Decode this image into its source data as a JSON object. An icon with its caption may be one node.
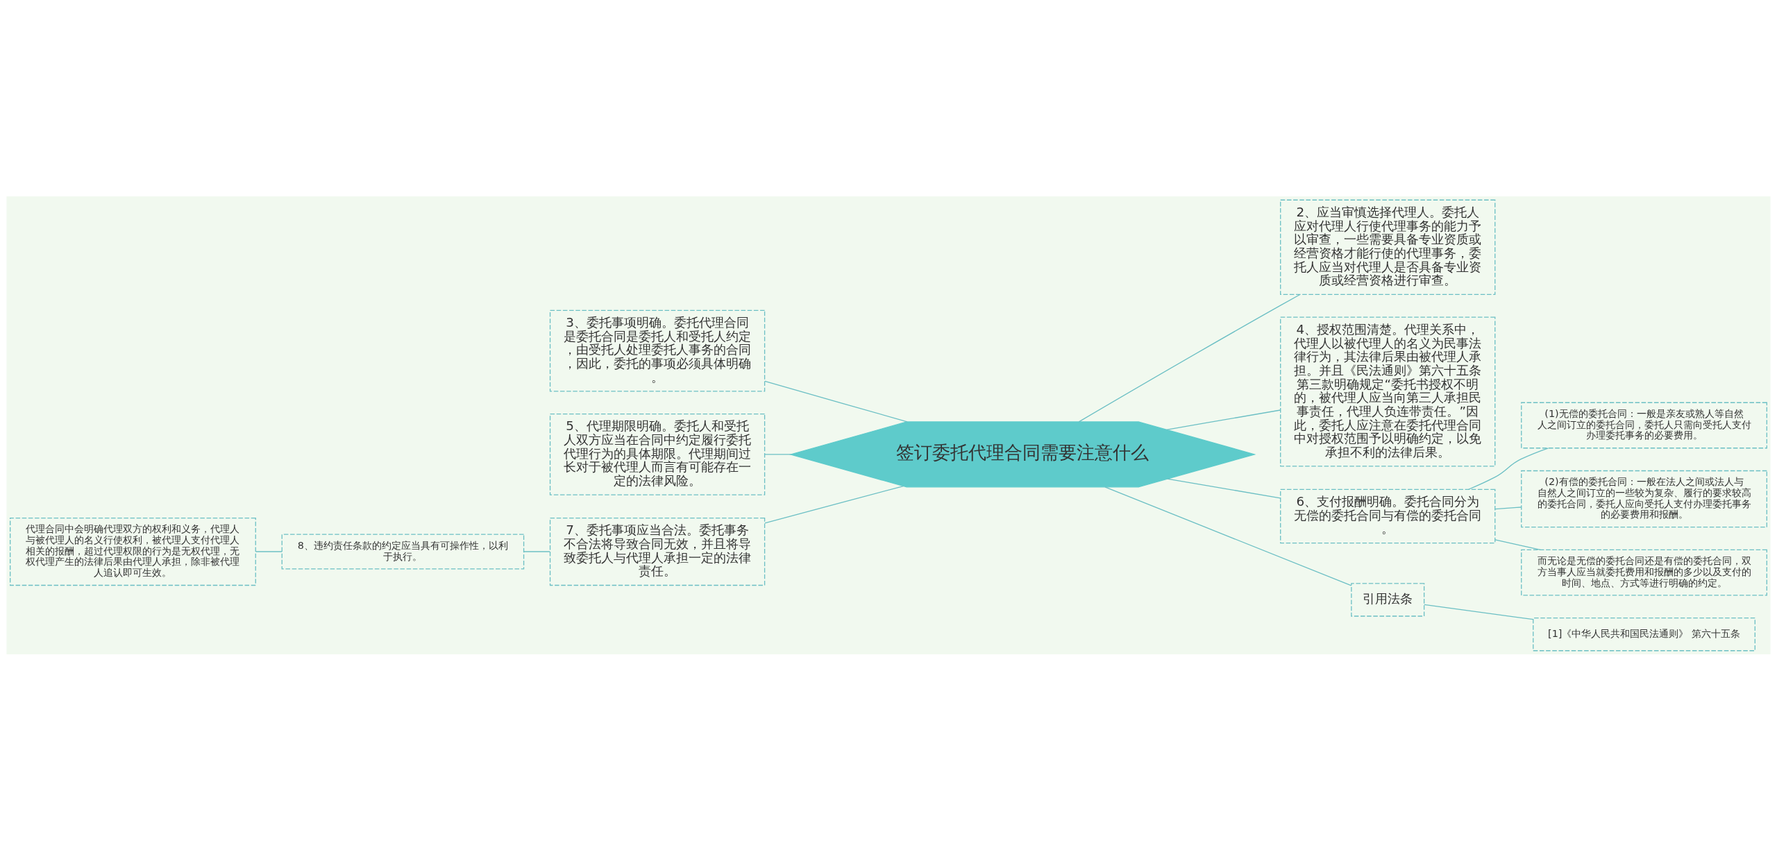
{
  "diagram": {
    "nodes": [
      {
        "text": [
          "签订委托代理合同需要注意什么"
        ]
      },
      {
        "text": [
          "3、委托事项明确。委托代理合同是委托合同是委托人和受托人约定，由受托人处理委托人事务的合同，因此，委托的事项必须具体明确。"
        ]
      },
      {
        "text": [
          "5、代理期限明确。委托人和受托人双方应当在合同中约定履行委托代理行为的具体期限。代理期间过长对于被代理人而言有可能存在一定的法律风险。"
        ]
      },
      {
        "text": [
          "7、委托事项应当合法。委托事务不合法将导致合同无效，并且将导致委托人与代理人承担一定的法律责任。"
        ]
      },
      {
        "text": [
          "8、违约责任条款的约定应当具有可操作性，以利于执行。"
        ]
      },
      {
        "text": [
          "代理合同中会明确代理双方的权利和义务，代理人与被代理人的名义行使权利，被代理人支付代理人相关的报酬，超过代理权限的行为是无权代理，无权代理产生的法律后果由代理人承担，除非被代理人追认即可生效。"
        ]
      },
      {
        "text": [
          "2、应当审慎选择代理人。委托人应对代理人行使代理事务的能力予以审查，一些需要具备专业资质或经营资格才能行使的代理事务，委托人应当对代理人是否具备专业资质或经营资格进行审查。"
        ]
      },
      {
        "text": [
          "4、授权范围清楚。代理关系中，代理人以被代理人的名义为民事法律行为，其法律后果由被代理人承担。并且《民法通则》第六十五条第三款明确规定“委托书授权不明的，被代理人应当向第三人承担民事责任，代理人负连带责任。”因此，委托人应注意在委托代理合同中对授权范围予以明确约定，以免承担不利的法律后果。"
        ]
      },
      {
        "text": [
          "6、支付报酬明确。委托合同分为无偿的委托合同与有偿的委托合同。"
        ]
      },
      {
        "text": [
          "(1)无偿的委托合同：一般是亲友或熟人等自然人之间订立的委托合同，委托人只需向受托人支付办理委托事务的必要费用。"
        ]
      },
      {
        "text": [
          "(2)有偿的委托合同：一般在法人之间或法人与自然人之间订立的一些较为复杂、履行的要求较高的委托合同，委托人应向受托人支付办理委托事务的必要费用和报酬。"
        ]
      },
      {
        "text": [
          "而无论是无偿的委托合同还是有偿的委托合同，双方当事人应当就委托费用和报酬的多少以及支付的时间、地点、方式等进行明确的约定。"
        ]
      },
      {
        "text": [
          "引用法条"
        ]
      },
      {
        "text": [
          "[1]《中华人民共和国民法通则》 第六十五条"
        ]
      }
    ],
    "edges": [
      {
        "from": 0,
        "to": 1,
        "arrow": "none"
      },
      {
        "from": 0,
        "to": 2,
        "arrow": "none"
      },
      {
        "from": 0,
        "to": 3,
        "arrow": "none"
      },
      {
        "from": 3,
        "to": 4,
        "arrow": "none"
      },
      {
        "from": 4,
        "to": 5,
        "arrow": "none"
      },
      {
        "from": 0,
        "to": 6,
        "arrow": "none"
      },
      {
        "from": 0,
        "to": 7,
        "arrow": "none"
      },
      {
        "from": 0,
        "to": 8,
        "arrow": "none"
      },
      {
        "from": 8,
        "to": 9,
        "arrow": "none"
      },
      {
        "from": 8,
        "to": 10,
        "arrow": "none"
      },
      {
        "from": 8,
        "to": 11,
        "arrow": "none"
      },
      {
        "from": 0,
        "to": 12,
        "arrow": "none"
      },
      {
        "from": 12,
        "to": 13,
        "arrow": "none"
      }
    ]
  }
}
